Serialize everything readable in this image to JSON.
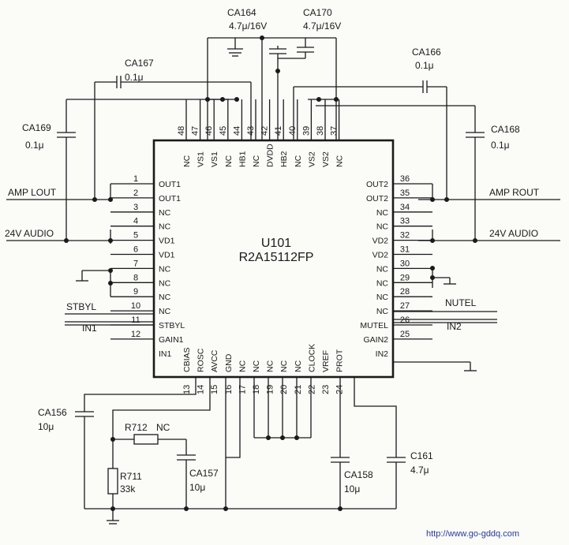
{
  "chip": {
    "ref": "U101",
    "part": "R2A15112FP"
  },
  "capacitors": {
    "CA164": {
      "ref": "CA164",
      "value": "4.7μ/16V"
    },
    "CA170": {
      "ref": "CA170",
      "value": "4.7μ/16V"
    },
    "CA167": {
      "ref": "CA167",
      "value": "0.1μ"
    },
    "CA166": {
      "ref": "CA166",
      "value": "0.1μ"
    },
    "CA169": {
      "ref": "CA169",
      "value": "0.1μ"
    },
    "CA168": {
      "ref": "CA168",
      "value": "0.1μ"
    },
    "CA156": {
      "ref": "CA156",
      "value": "10μ"
    },
    "CA157": {
      "ref": "CA157",
      "value": "10μ"
    },
    "CA158": {
      "ref": "CA158",
      "value": "10μ"
    },
    "C161": {
      "ref": "C161",
      "value": "4.7μ"
    }
  },
  "resistors": {
    "R712": {
      "ref": "R712",
      "value": "NC"
    },
    "R711": {
      "ref": "R711",
      "value": "33k"
    }
  },
  "nets": {
    "amp_lout": "AMP LOUT",
    "amp_rout": "AMP ROUT",
    "v24_left": "24V AUDIO",
    "v24_right": "24V AUDIO",
    "stbyl": "STBYL",
    "in1": "IN1",
    "nutel": "NUTEL",
    "in2": "IN2"
  },
  "pins_left": [
    {
      "num": "1",
      "name": "OUT1"
    },
    {
      "num": "2",
      "name": "OUT1"
    },
    {
      "num": "3",
      "name": "NC"
    },
    {
      "num": "4",
      "name": "NC"
    },
    {
      "num": "5",
      "name": "VD1"
    },
    {
      "num": "6",
      "name": "VD1"
    },
    {
      "num": "7",
      "name": "NC"
    },
    {
      "num": "8",
      "name": "NC"
    },
    {
      "num": "9",
      "name": "NC"
    },
    {
      "num": "10",
      "name": "NC"
    },
    {
      "num": "11",
      "name": "STBYL"
    },
    {
      "num": "12",
      "name": "GAIN1"
    },
    {
      "num": "",
      "name": "IN1"
    }
  ],
  "pins_right": [
    {
      "num": "36",
      "name": "OUT2"
    },
    {
      "num": "35",
      "name": "OUT2"
    },
    {
      "num": "34",
      "name": "NC"
    },
    {
      "num": "33",
      "name": "NC"
    },
    {
      "num": "32",
      "name": "VD2"
    },
    {
      "num": "31",
      "name": "VD2"
    },
    {
      "num": "30",
      "name": "NC"
    },
    {
      "num": "29",
      "name": "NC"
    },
    {
      "num": "28",
      "name": "NC"
    },
    {
      "num": "27",
      "name": "NC"
    },
    {
      "num": "26",
      "name": "MUTEL"
    },
    {
      "num": "25",
      "name": "GAIN2"
    },
    {
      "num": "",
      "name": "IN2"
    }
  ],
  "pins_top": [
    {
      "num": "48",
      "name": "NC"
    },
    {
      "num": "47",
      "name": "VS1"
    },
    {
      "num": "46",
      "name": "VS1"
    },
    {
      "num": "45",
      "name": "NC"
    },
    {
      "num": "44",
      "name": "HB1"
    },
    {
      "num": "43",
      "name": "NC"
    },
    {
      "num": "42",
      "name": "DVDD"
    },
    {
      "num": "41",
      "name": "HB2"
    },
    {
      "num": "40",
      "name": "NC"
    },
    {
      "num": "39",
      "name": "VS2"
    },
    {
      "num": "38",
      "name": "VS2"
    },
    {
      "num": "37",
      "name": "NC"
    }
  ],
  "pins_bottom": [
    {
      "num": "13",
      "name": "CBIAS"
    },
    {
      "num": "14",
      "name": "ROSC"
    },
    {
      "num": "15",
      "name": "AVCC"
    },
    {
      "num": "16",
      "name": "GND"
    },
    {
      "num": "17",
      "name": "NC"
    },
    {
      "num": "18",
      "name": "NC"
    },
    {
      "num": "19",
      "name": "NC"
    },
    {
      "num": "20",
      "name": "NC"
    },
    {
      "num": "21",
      "name": "NC"
    },
    {
      "num": "22",
      "name": "CLOCK"
    },
    {
      "num": "23",
      "name": "VREF"
    },
    {
      "num": "24",
      "name": "PROT"
    }
  ],
  "watermark": "http://www.go-gddq.com"
}
